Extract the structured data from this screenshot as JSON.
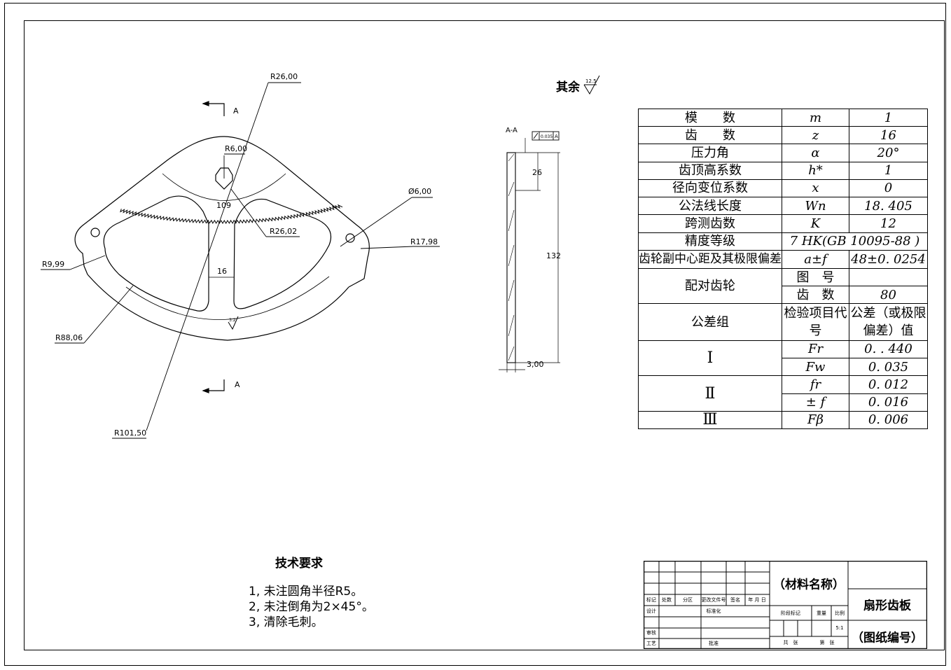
{
  "main_view": {
    "section_mark": "A",
    "dims": {
      "r26_top": "R26,00",
      "r6": "R6,00",
      "d6": "Ø6,00",
      "r26_02": "R26,02",
      "r17_98": "R17,98",
      "r9_99": "R9,99",
      "w16": "16",
      "w109": "109",
      "r88_06": "R88,06",
      "r101_50": "R101,50"
    },
    "roughness": "3.2"
  },
  "section_view": {
    "title": "A-A",
    "tolerance_frame": "0.035",
    "tolerance_datum": "A",
    "dim_26": "26",
    "dim_132": "132",
    "dim_3": "3,00"
  },
  "surface_finish": {
    "label": "其余",
    "value": "12.5"
  },
  "gear_table": {
    "rows": [
      {
        "name": "模　　数",
        "symbol": "m",
        "value": "1"
      },
      {
        "name": "齿　　数",
        "symbol": "z",
        "value": "16"
      },
      {
        "name": "压力角",
        "symbol": "α",
        "value": "20°"
      },
      {
        "name": "齿顶高系数",
        "symbol": "h*",
        "value": "1"
      },
      {
        "name": "径向变位系数",
        "symbol": "x",
        "value": "0"
      },
      {
        "name": "公法线长度",
        "symbol": "Wn",
        "value": "18. 405"
      },
      {
        "name": "跨测齿数",
        "symbol": "K",
        "value": "12"
      },
      {
        "name": "精度等级",
        "merged_value": "7 HK(GB 10095-88 )"
      },
      {
        "name": "齿轮副中心距及其极限偏差",
        "symbol": "a±f",
        "value": "48±0. 0254"
      }
    ],
    "mating_gear": {
      "label": "配对齿轮",
      "drawing_no_label": "图　号",
      "drawing_no_value": "",
      "teeth_label": "齿　数",
      "teeth_value": "80"
    },
    "tolerance_header": {
      "group": "公差组",
      "item": "检验项目代号",
      "value": "公差（或极限偏差）值"
    },
    "groups": [
      {
        "label": "Ⅰ",
        "items": [
          {
            "symbol": "Fr",
            "value": "0. . 440"
          },
          {
            "symbol": "Fw",
            "value": "0. 035"
          }
        ]
      },
      {
        "label": "Ⅱ",
        "items": [
          {
            "symbol": "fr",
            "value": "0. 012"
          },
          {
            "symbol": "± f",
            "value": "0. 016"
          }
        ]
      },
      {
        "label": "Ⅲ",
        "items": [
          {
            "symbol": "Fβ",
            "value": "0. 006"
          }
        ]
      }
    ]
  },
  "notes": {
    "title": "技术要求",
    "items": [
      "1, 未注圆角半径R5。",
      "2, 未注倒角为2×45°。",
      "3, 清除毛刺。"
    ]
  },
  "title_block": {
    "material": "（材料名称）",
    "part_name": "扇形齿板",
    "drawing_number": "（图纸编号）",
    "row_labels": [
      "标记",
      "处数",
      "分区",
      "更改文件号",
      "签名",
      "年 月 日"
    ],
    "design": "设计",
    "standardize": "标准化",
    "review": "审核",
    "process": "工艺",
    "approve": "批准",
    "stage_mark": "阶段标记",
    "weight": "重量",
    "scale_label": "比例",
    "scale_value": "5:1",
    "total_sheets": "共　张",
    "sheet_no": "第　张"
  }
}
